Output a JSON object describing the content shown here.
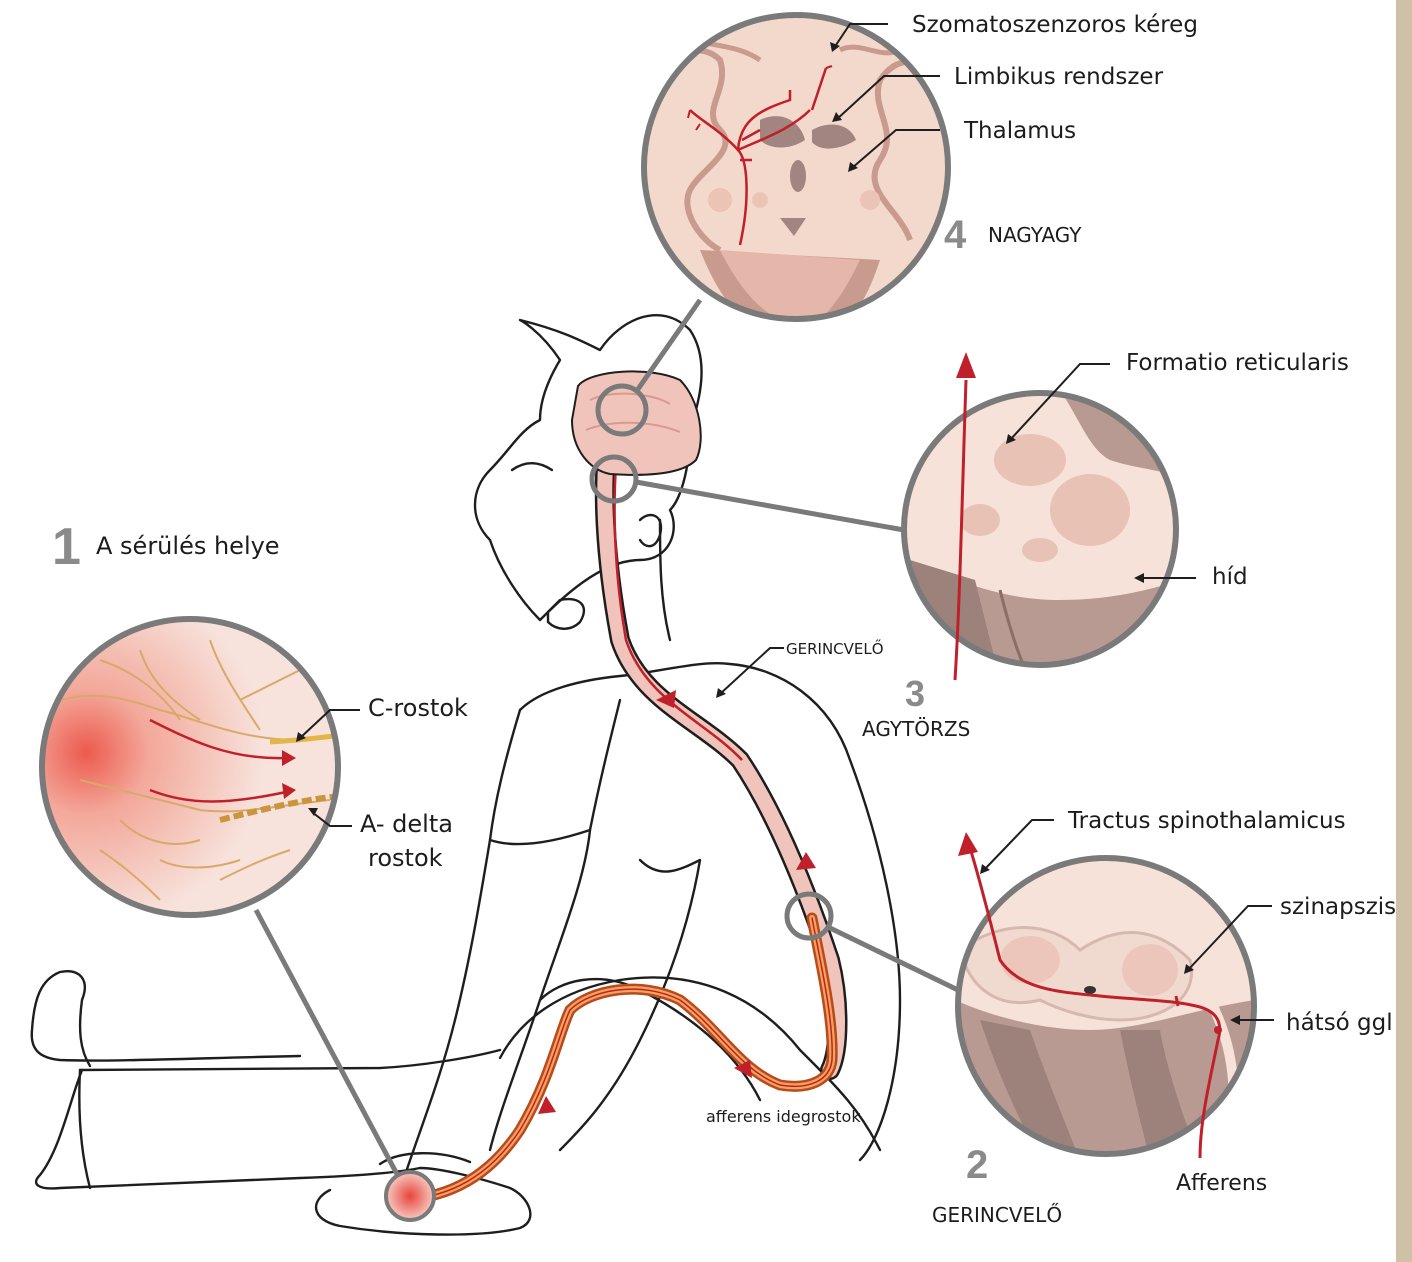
{
  "labels": {
    "szomatoszenzoros": "Szomatoszenzoros kéreg",
    "limbikus": "Limbikus rendszer",
    "thalamus": "Thalamus",
    "nagyagy_num": "4",
    "nagyagy": "NAGYAGY",
    "formatio": "Formatio reticularis",
    "hid": "híd",
    "agytorzs_num": "3",
    "agytorzs": "AGYTÖRZS",
    "gerincvelo_small": "GERINCVELŐ",
    "serules_num": "1",
    "serules": "A sérülés helye",
    "c_rostok": "C-rostok",
    "a_delta_1": "A- delta",
    "a_delta_2": "rostok",
    "tractus": "Tractus spinothalamicus",
    "szinapszis": "szinapszis",
    "hatso_ggl": "hátsó ggl",
    "afferens_idegrostok": "afferens idegrostok",
    "afferens": "Afferens",
    "gerincvelo_num": "2",
    "gerincvelo": "GERINCVELŐ"
  },
  "colors": {
    "line": "#1e1e1e",
    "connector": "#7a7a7a",
    "spine_fill": "#f0c4bb",
    "pathway_red": "#c0202a",
    "nerve_orange": "#d9702a",
    "circle_bg": "#f3dcd4",
    "tissue_pale": "#f6e2d8",
    "tissue_dark": "#b99a93",
    "pain_spot": "#e8655a"
  }
}
